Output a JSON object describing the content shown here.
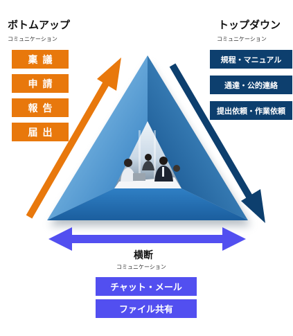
{
  "bottom_up": {
    "title": "ボトムアップ",
    "subtitle": "コミュニケーション",
    "items": [
      "稟議",
      "申請",
      "報告",
      "届出"
    ]
  },
  "top_down": {
    "title": "トップダウン",
    "subtitle": "コミュニケーション",
    "items": [
      "規程・マニュアル",
      "通達・公的連絡",
      "提出依頼・作業依頼"
    ]
  },
  "horizontal": {
    "title": "横断",
    "subtitle": "コミュニケーション",
    "items": [
      "チャット・メール",
      "ファイル共有"
    ]
  },
  "colors": {
    "bottom_up": "#e8780c",
    "top_down": "#0d3f6e",
    "horizontal": "#524ff0",
    "triangle": "#2d7fc4"
  }
}
